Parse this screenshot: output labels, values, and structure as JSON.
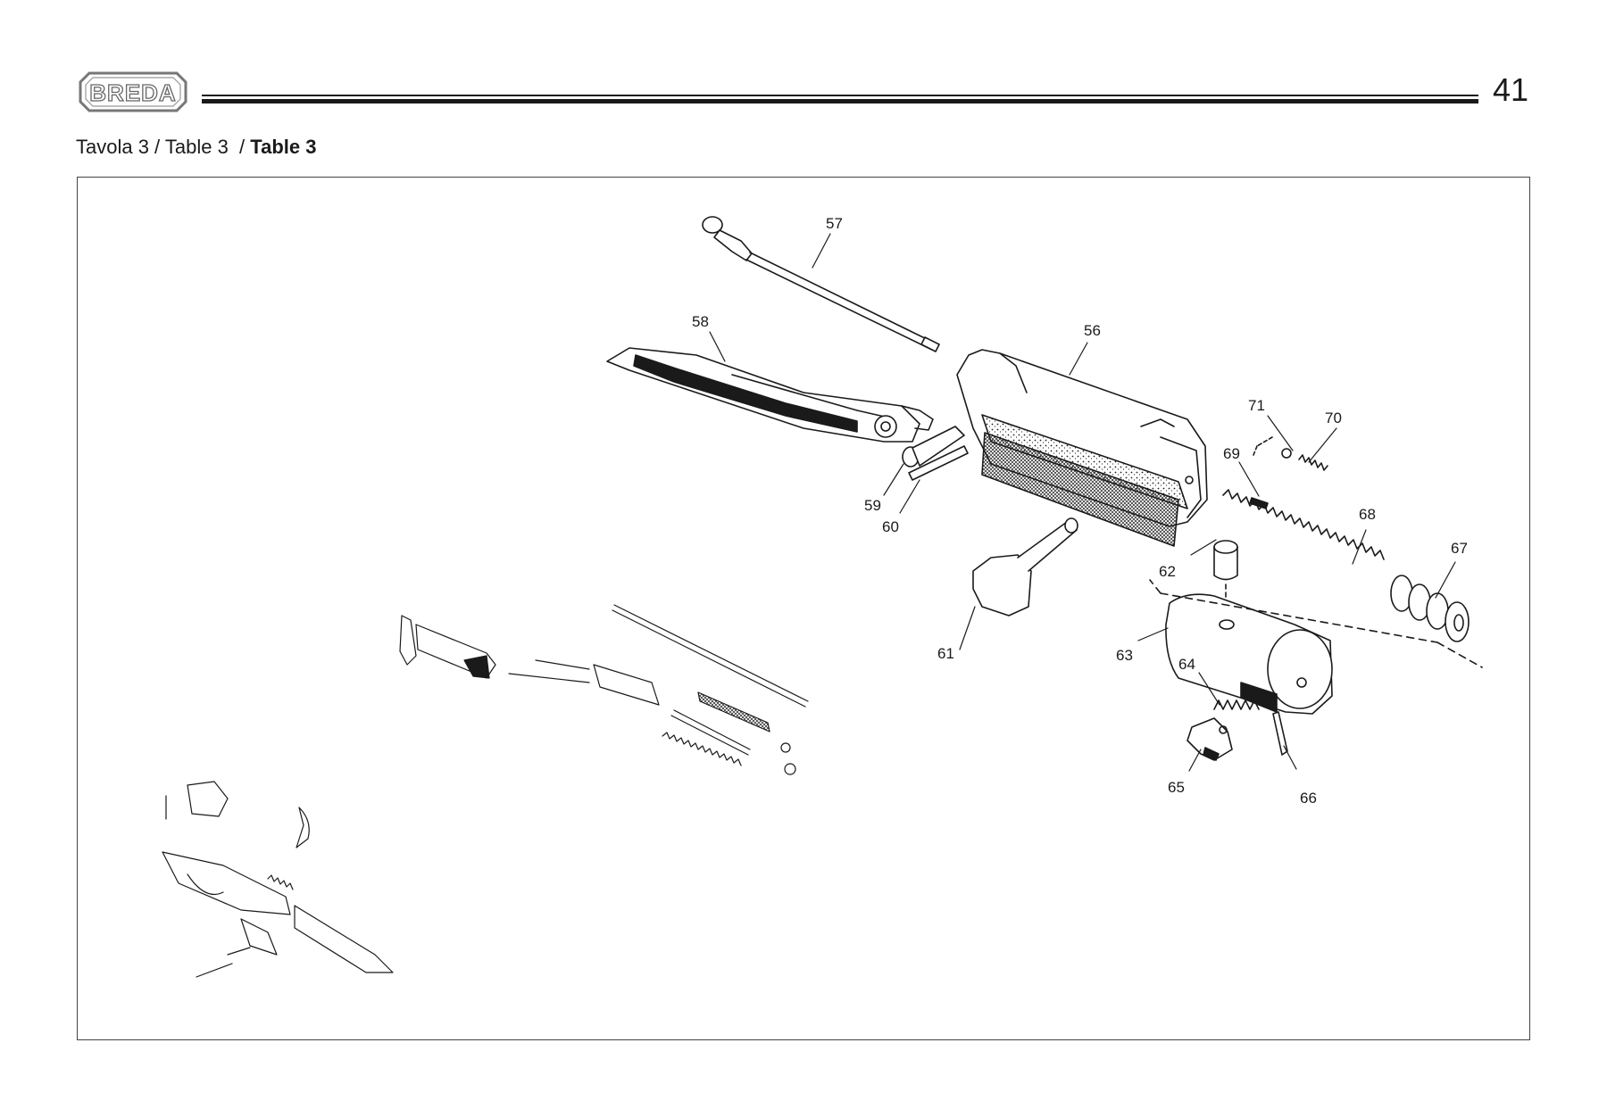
{
  "header": {
    "logo_text": "BREDA",
    "page_number": "41"
  },
  "caption": {
    "part1": "Tavola 3 / Table 3  / ",
    "part2": "Table 3"
  },
  "callouts": [
    "56",
    "57",
    "58",
    "59",
    "60",
    "61",
    "62",
    "63",
    "64",
    "65",
    "66",
    "67",
    "68",
    "69",
    "70",
    "71"
  ]
}
